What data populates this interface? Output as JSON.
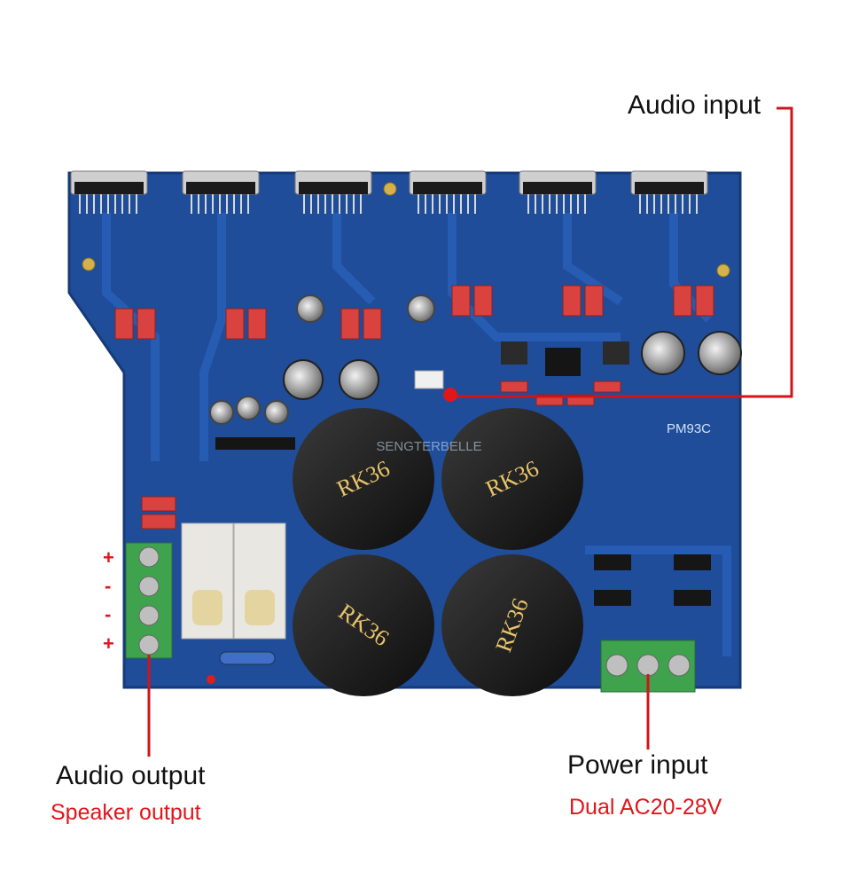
{
  "callouts": {
    "audio_input": "Audio input",
    "audio_output": "Audio output",
    "speaker_output": "Speaker output",
    "power_input": "Power input",
    "power_spec": "Dual AC20-28V"
  },
  "board": {
    "model": "PM93C",
    "watermark": "SENGTERBELLE",
    "capacitor_labels": [
      "RK36",
      "RK36",
      "RK36",
      "RK36"
    ]
  },
  "terminal_signs": [
    "+",
    "-",
    "-",
    "+"
  ],
  "colors": {
    "pcb": "#1f4d9a",
    "callout_line": "#d0141a",
    "terminal": "#3fa34d"
  }
}
